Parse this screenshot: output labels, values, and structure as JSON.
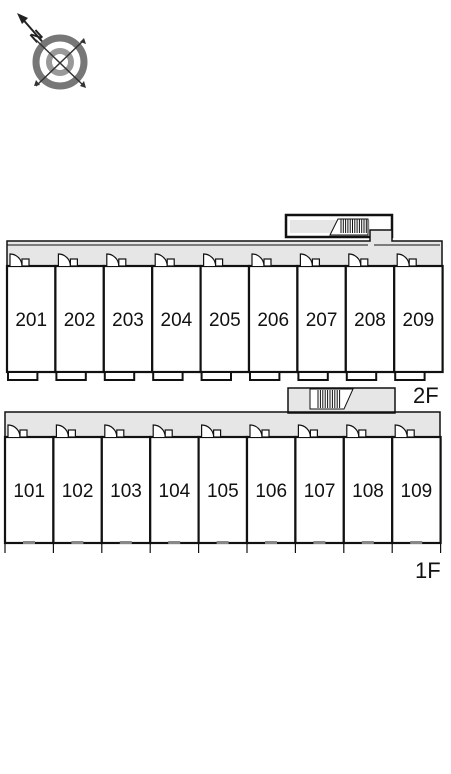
{
  "compass": {
    "icon": "compass-north-icon",
    "north_label": "N"
  },
  "floors": [
    {
      "label": "2F",
      "units": [
        "201",
        "202",
        "203",
        "204",
        "205",
        "206",
        "207",
        "208",
        "209"
      ]
    },
    {
      "label": "1F",
      "units": [
        "101",
        "102",
        "103",
        "104",
        "105",
        "106",
        "107",
        "108",
        "109"
      ]
    }
  ],
  "colors": {
    "corridor": "#e6e6e6",
    "line": "#111111",
    "background": "#ffffff"
  }
}
